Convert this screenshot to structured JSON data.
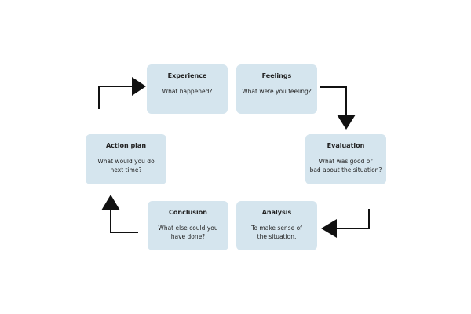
{
  "diagram": {
    "nodes": [
      {
        "id": "experience",
        "title": "Experience",
        "text": "What happened?"
      },
      {
        "id": "feelings",
        "title": "Feelings",
        "text": "What were you feeling?"
      },
      {
        "id": "evaluation",
        "title": "Evaluation",
        "text": "What was good or\nbad about the situation?"
      },
      {
        "id": "analysis",
        "title": "Analysis",
        "text": "To make sense of\nthe situation."
      },
      {
        "id": "conclusion",
        "title": "Conclusion",
        "text": "What else could you\nhave done?"
      },
      {
        "id": "action",
        "title": "Action plan",
        "text": "What would you do\nnext time?"
      }
    ],
    "cycle": [
      "experience",
      "feelings",
      "evaluation",
      "analysis",
      "conclusion",
      "action"
    ]
  },
  "colors": {
    "box_fill": "#d5e5ee",
    "arrow": "#111111"
  }
}
